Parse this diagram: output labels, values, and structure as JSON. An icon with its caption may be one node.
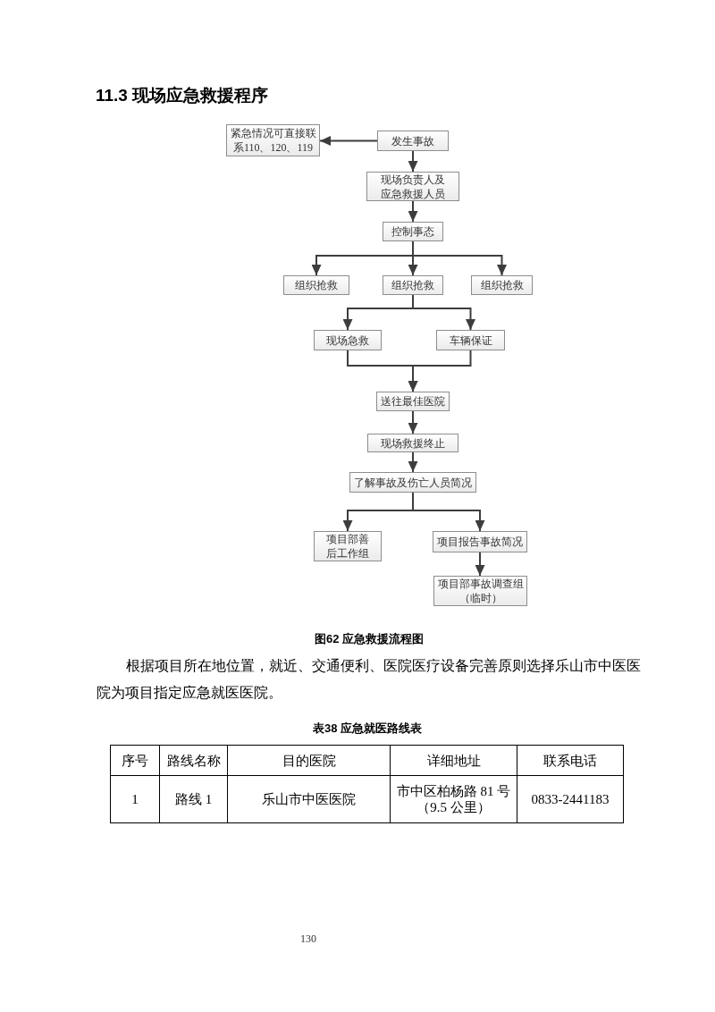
{
  "diagram": {
    "title": "11.3 现场应急救援程序",
    "caption": "图62 应急救援流程图",
    "nodes": [
      {
        "text": [
          "紧急情况可直接联系110、120、119"
        ]
      },
      {
        "text": [
          "发生事故"
        ]
      },
      {
        "text": [
          "现场负责人及应急救援人员"
        ]
      },
      {
        "text": [
          "控制事态"
        ]
      },
      {
        "text": [
          "组织抢救"
        ]
      },
      {
        "text": [
          "组织抢救"
        ]
      },
      {
        "text": [
          "组织抢救"
        ]
      },
      {
        "text": [
          "现场急救"
        ]
      },
      {
        "text": [
          "车辆保证"
        ]
      },
      {
        "text": [
          "送往最佳医院"
        ]
      },
      {
        "text": [
          "现场救援终止"
        ]
      },
      {
        "text": [
          "了解事故及伤亡人员简况"
        ]
      },
      {
        "text": [
          "项目部善后工作组"
        ]
      },
      {
        "text": [
          "项目报告事故简况"
        ]
      },
      {
        "text": [
          "项目部事故调查组（临时）"
        ]
      }
    ],
    "edges": [
      {
        "from": 1,
        "to": 0,
        "arrow": "to"
      },
      {
        "from": 1,
        "to": 2,
        "arrow": "to"
      },
      {
        "from": 2,
        "to": 3,
        "arrow": "to"
      },
      {
        "from": 3,
        "to": 4,
        "arrow": "to"
      },
      {
        "from": 3,
        "to": 5,
        "arrow": "to"
      },
      {
        "from": 3,
        "to": 6,
        "arrow": "to"
      },
      {
        "from": 5,
        "to": 7,
        "arrow": "to"
      },
      {
        "from": 5,
        "to": 8,
        "arrow": "to"
      },
      {
        "from": 7,
        "to": 9,
        "arrow": "to"
      },
      {
        "from": 8,
        "to": 9,
        "arrow": "to"
      },
      {
        "from": 9,
        "to": 10,
        "arrow": "to"
      },
      {
        "from": 10,
        "to": 11,
        "arrow": "to"
      },
      {
        "from": 11,
        "to": 12,
        "arrow": "to"
      },
      {
        "from": 11,
        "to": 13,
        "arrow": "to"
      },
      {
        "from": 13,
        "to": 14,
        "arrow": "to"
      }
    ],
    "labels": [
      "根据项目所在地位置，就近、交通便利、医院医疗设备完善原则选择乐山市中医医院为项目指定应急就医医院。",
      "表38 应急就医路线表",
      "序号",
      "路线名称",
      "目的医院",
      "详细地址",
      "联系电话",
      "1",
      "路线 1",
      "乐山市中医医院",
      "市中区柏杨路 81 号（9.5 公里）",
      "0833-2441183",
      "130"
    ]
  }
}
